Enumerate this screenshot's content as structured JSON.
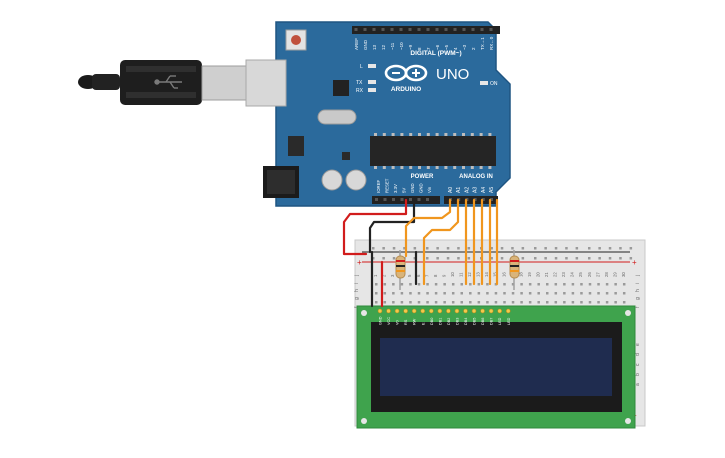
{
  "arduino": {
    "brand_text": "ARDUINO",
    "model_text": "UNO",
    "digital_header_text": "DIGITAL (PWM~)",
    "analog_header_text": "ANALOG IN",
    "power_header_text": "POWER",
    "tx_label": "TX",
    "rx_label": "RX",
    "l_label": "L",
    "on_label": "ON",
    "digital_pins": [
      "AREF",
      "GND",
      "13",
      "12",
      "~11",
      "~10",
      "~9",
      "8",
      "7",
      "~6",
      "~5",
      "4",
      "~3",
      "2",
      "TX→1",
      "RX←0"
    ],
    "power_pins": [
      "IOREF",
      "RESET",
      "3.3V",
      "5V",
      "GND",
      "GND",
      "Vin"
    ],
    "analog_pins": [
      "A0",
      "A1",
      "A2",
      "A3",
      "A4",
      "A5"
    ],
    "colors": {
      "board": "#2b6a9c",
      "board_dark": "#1f5582",
      "header": "#222222"
    }
  },
  "breadboard": {
    "plus_label": "+",
    "minus_label": "-",
    "column_numbers": [
      "1",
      "2",
      "3",
      "4",
      "5",
      "6",
      "7",
      "8",
      "9",
      "10",
      "11",
      "12",
      "13",
      "14",
      "15",
      "16",
      "17",
      "18",
      "19",
      "20",
      "21",
      "22",
      "23",
      "24",
      "25",
      "26",
      "27",
      "28",
      "29",
      "30"
    ],
    "row_letters_top": [
      "j",
      "i",
      "h",
      "g",
      "f"
    ],
    "row_letters_right": [
      "e",
      "d",
      "c",
      "b",
      "a"
    ],
    "colors": {
      "body": "#e6e6e6",
      "rail_red": "#d11c1c",
      "rail_black": "#222222"
    }
  },
  "lcd": {
    "pin_labels": [
      "GND",
      "VCC",
      "V0",
      "RS",
      "RW",
      "E",
      "DB0",
      "DB1",
      "DB2",
      "DB3",
      "DB4",
      "DB5",
      "DB6",
      "DB7",
      "LED",
      "LED"
    ],
    "colors": {
      "pcb": "#3fa34d",
      "bezel": "#1b1b1b",
      "screen": "#1f2c4f"
    }
  },
  "wires": {
    "colors": {
      "power": "#d11c1c",
      "ground": "#222222",
      "signal": "#f0961e"
    }
  }
}
